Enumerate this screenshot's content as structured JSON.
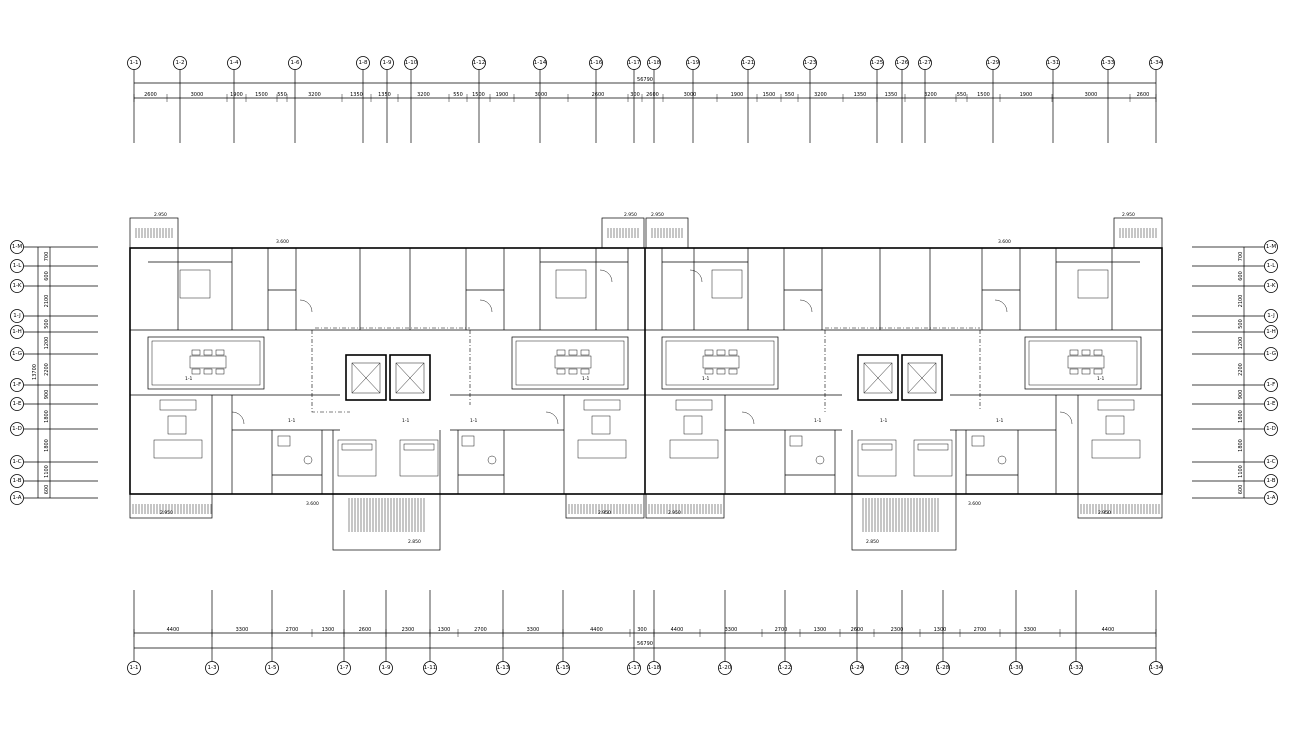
{
  "drawing": {
    "overall_dimension_top": "56790",
    "overall_dimension_bottom": "56790"
  },
  "top_axes": [
    "1-1",
    "1-2",
    "1-4",
    "1-6",
    "1-8",
    "1-9",
    "1-10",
    "1-12",
    "1-14",
    "1-16",
    "1-17",
    "1-18",
    "1-19",
    "1-21",
    "1-23",
    "1-25",
    "1-26",
    "1-27",
    "1-29",
    "1-31",
    "1-33",
    "1-34"
  ],
  "top_dims": [
    "2600",
    "3000",
    "1900",
    "1500",
    "550",
    "3200",
    "1350",
    "1350",
    "3200",
    "550",
    "1500",
    "1900",
    "3000",
    "2600",
    "300",
    "2600",
    "3000",
    "1900",
    "1500",
    "550",
    "3200",
    "1350",
    "1350",
    "3200",
    "550",
    "1500",
    "1900",
    "3000",
    "2600"
  ],
  "bottom_axes": [
    "1-1",
    "1-3",
    "1-5",
    "1-7",
    "1-9",
    "1-11",
    "1-13",
    "1-15",
    "1-17",
    "1-18",
    "1-20",
    "1-22",
    "1-24",
    "1-26",
    "1-28",
    "1-30",
    "1-32",
    "1-34"
  ],
  "bottom_dims": [
    "4400",
    "3300",
    "2700",
    "1300",
    "2600",
    "2300",
    "1300",
    "2700",
    "3300",
    "4400",
    "300",
    "4400",
    "3300",
    "2700",
    "1300",
    "2600",
    "2300",
    "1300",
    "2700",
    "3300",
    "4400"
  ],
  "side_axes": [
    "1-M",
    "1-L",
    "1-K",
    "1-J",
    "1-H",
    "1-G",
    "1-F",
    "1-E",
    "1-D",
    "1-C",
    "1-B",
    "1-A"
  ],
  "side_dims": [
    "700",
    "600",
    "2100",
    "500",
    "1200",
    "2200",
    "900",
    "1800",
    "1800",
    "1100",
    "600"
  ],
  "side_total": "13700",
  "levels": {
    "top_left_balcony": "2.950",
    "top_center_left": "2.950",
    "top_center_right": "2.950",
    "top_right_balcony": "2.950",
    "stair_left_top": "3.600",
    "stair_right_top": "3.600",
    "bottom_left_balcony": "2.950",
    "bottom_center_left": "2.950",
    "bottom_center_right": "2.950",
    "bottom_right_balcony": "2.950",
    "entrance_left": "2.850",
    "entrance_right": "2.850",
    "step_left": "3.600",
    "step_right": "3.600"
  },
  "room_tags": {
    "living_left": "1-1",
    "living_right": "1-1",
    "dining_left": "1-1",
    "dining_right": "1-1",
    "stair_left": "1-1",
    "stair_right": "1-1",
    "kitchen_a": "1-1",
    "kitchen_b": "1-1",
    "kitchen_c": "1-1",
    "kitchen_d": "1-1"
  }
}
